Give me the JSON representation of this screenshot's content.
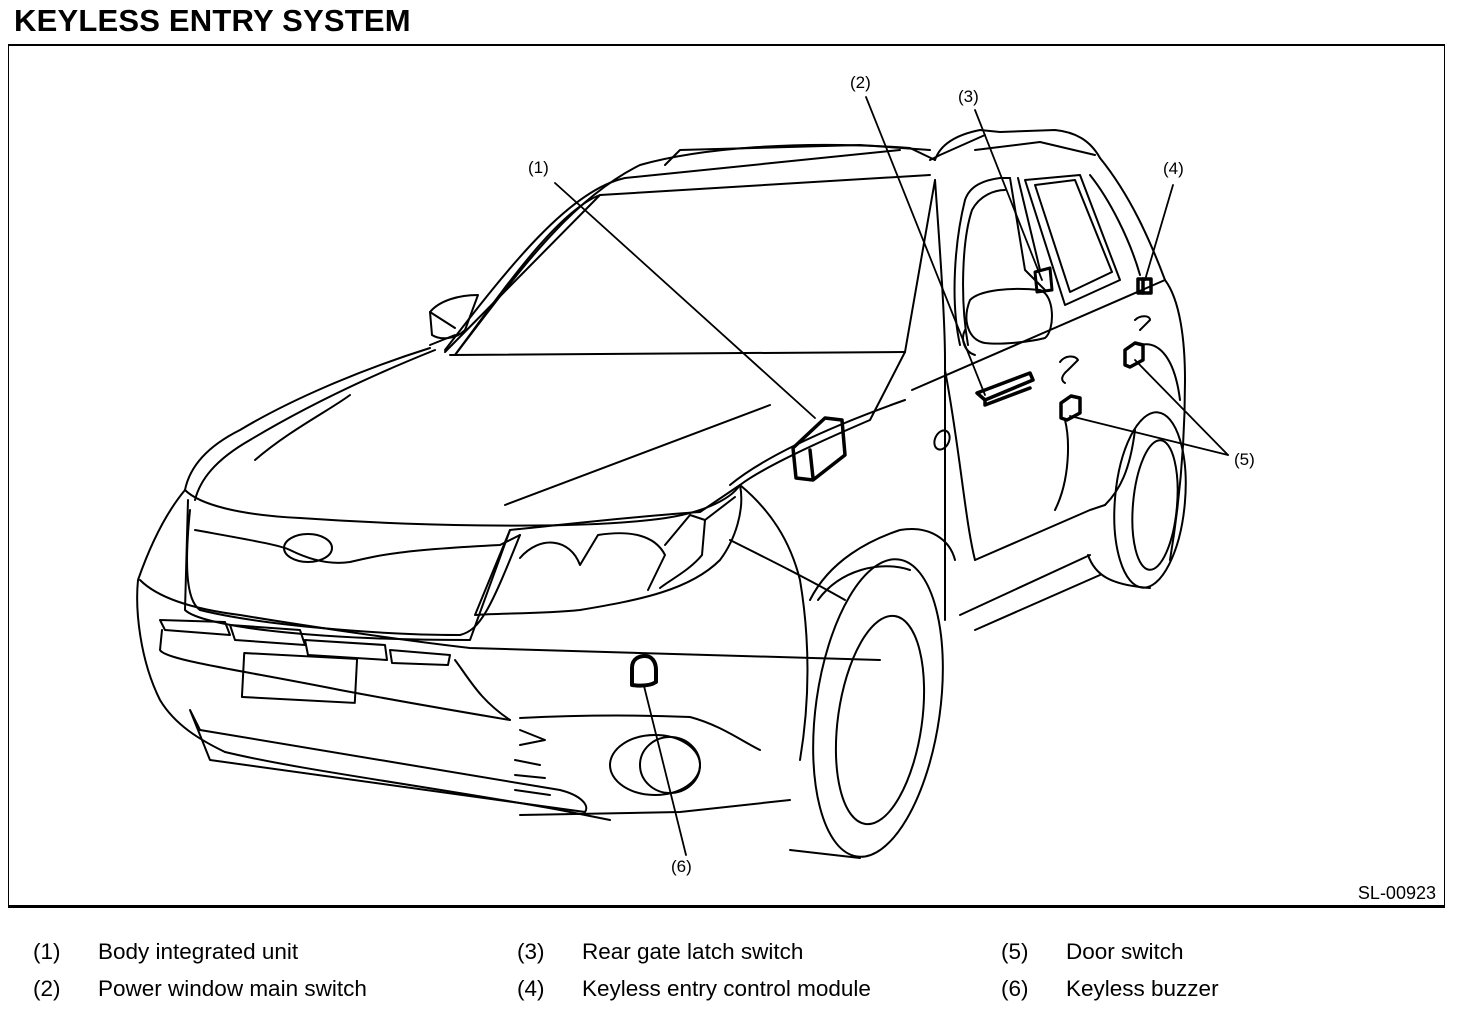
{
  "title": "KEYLESS ENTRY SYSTEM",
  "figure_id": "SL-00923",
  "callouts": [
    {
      "num": "(1)",
      "target": "Body integrated unit"
    },
    {
      "num": "(2)",
      "target": "Power window main switch"
    },
    {
      "num": "(3)",
      "target": "Rear gate latch switch"
    },
    {
      "num": "(4)",
      "target": "Keyless entry control module"
    },
    {
      "num": "(5)",
      "target": "Door switch"
    },
    {
      "num": "(6)",
      "target": "Keyless buzzer"
    }
  ],
  "legend": [
    {
      "num": "(1)",
      "label": "Body integrated unit"
    },
    {
      "num": "(2)",
      "label": "Power window main switch"
    },
    {
      "num": "(3)",
      "label": "Rear gate latch switch"
    },
    {
      "num": "(4)",
      "label": "Keyless entry control module"
    },
    {
      "num": "(5)",
      "label": "Door switch"
    },
    {
      "num": "(6)",
      "label": "Keyless buzzer"
    }
  ],
  "colors": {
    "ink": "#000000",
    "background": "#ffffff"
  }
}
